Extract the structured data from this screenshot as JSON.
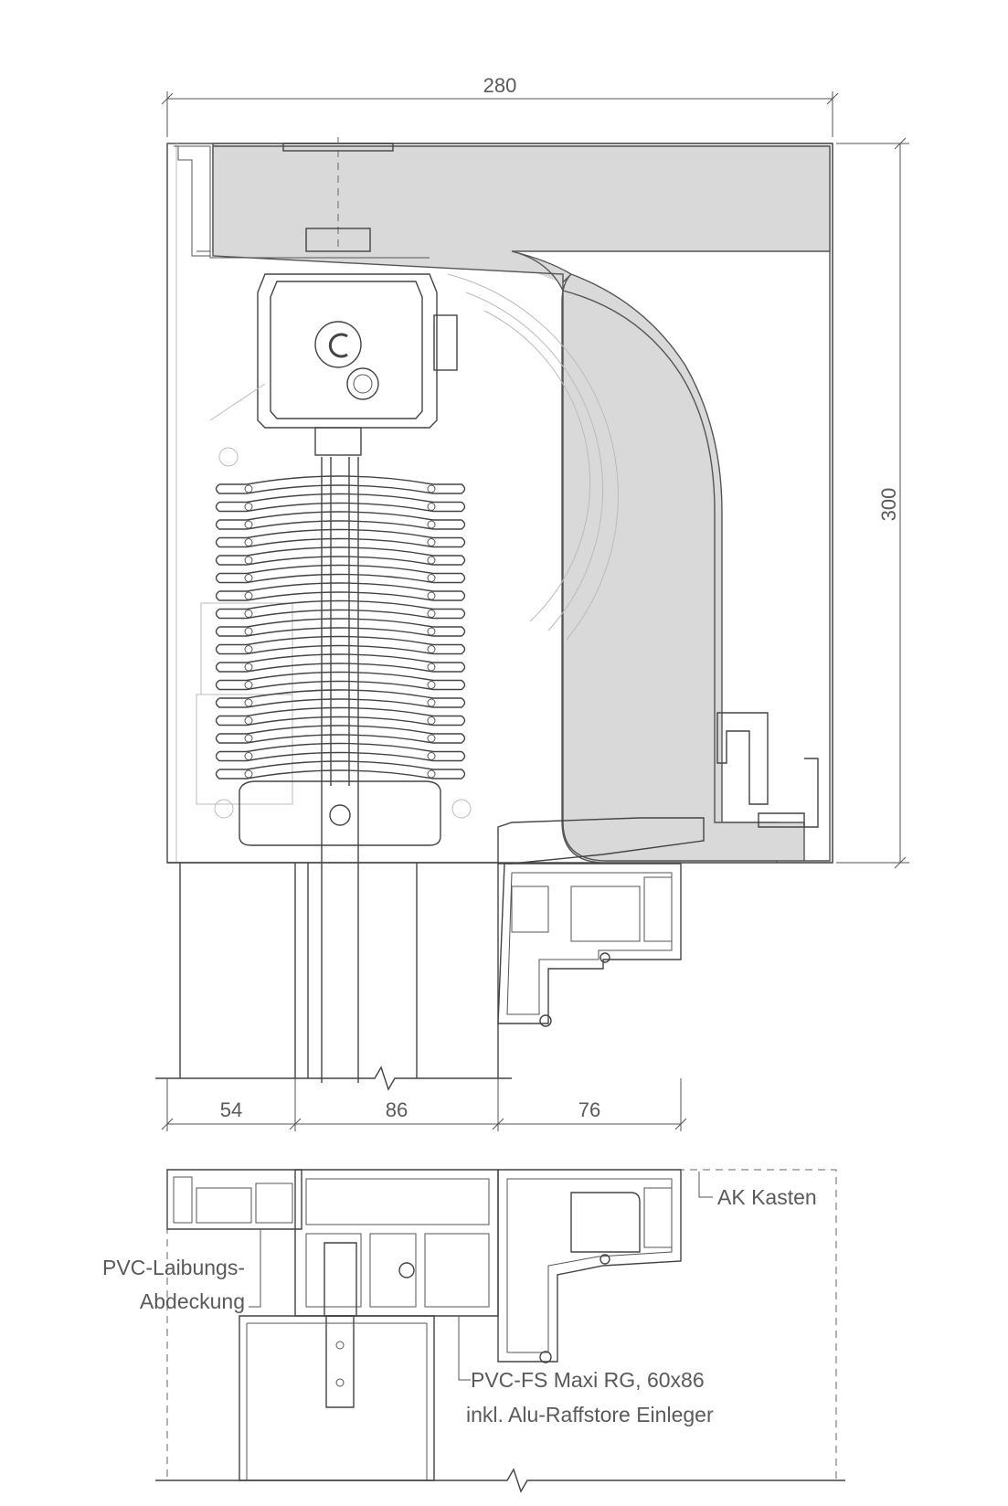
{
  "dimensions": {
    "width_top": "280",
    "height_right": "300",
    "bottom_left": "54",
    "bottom_middle": "86",
    "bottom_right": "76"
  },
  "labels": {
    "ak_kasten": "AK Kasten",
    "pvc_laibung_line1": "PVC-Laibungs-",
    "pvc_laibung_line2": "Abdeckung",
    "pvc_fs_line1": "PVC-FS Maxi RG, 60x86",
    "pvc_fs_line2": "inkl. Alu-Raffstore Einleger"
  },
  "colors": {
    "insulation_fill": "#d9d9d9",
    "line": "#444444",
    "text": "#5a5a5a"
  }
}
